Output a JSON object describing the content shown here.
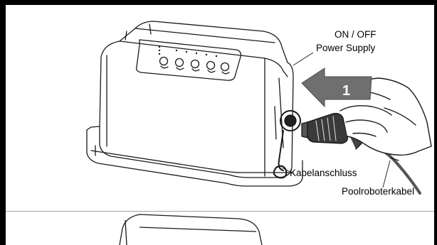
{
  "labels": {
    "on_off": "ON / OFF",
    "power_supply": "Power Supply",
    "kabelanschluss": "Kabelanschluss",
    "poolroboterkabel": "Poolroboterkabel"
  },
  "step": {
    "number": "1"
  },
  "colors": {
    "arrow_fill": "#6f6f6f",
    "separator": "#c49a7a",
    "frame": "#000000"
  }
}
